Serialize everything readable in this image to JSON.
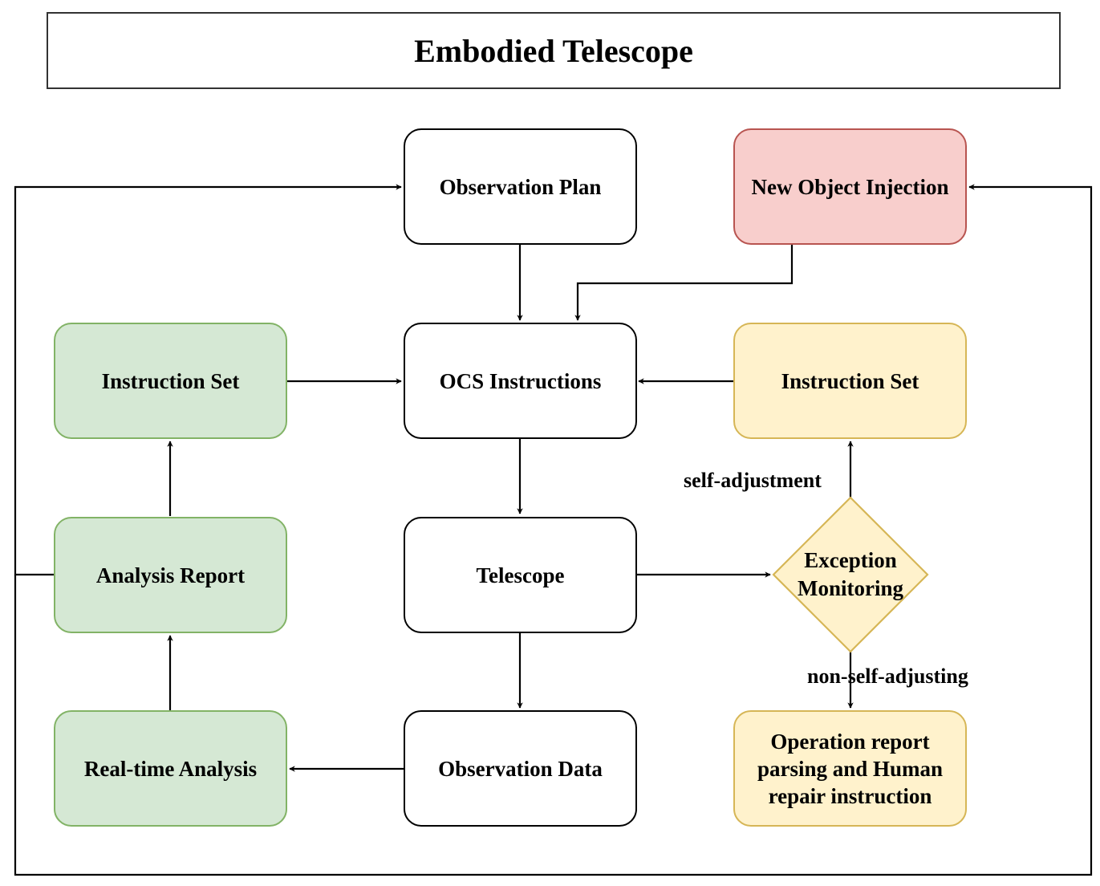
{
  "title": "Embodied Telescope",
  "nodes": {
    "observation_plan": "Observation Plan",
    "new_object_injection": "New Object Injection",
    "instruction_set_left": "Instruction Set",
    "ocs_instructions": "OCS Instructions",
    "instruction_set_right": "Instruction Set",
    "analysis_report": "Analysis Report",
    "telescope": "Telescope",
    "exception_monitoring": "Exception\nMonitoring",
    "real_time_analysis": "Real-time Analysis",
    "observation_data": "Observation Data",
    "operation_report": "Operation report\nparsing and Human\nrepair instruction"
  },
  "edge_labels": {
    "self_adjustment": "self-adjustment",
    "non_self_adjusting": "non-self-adjusting"
  },
  "colors": {
    "green_fill": "#d5e8d4",
    "green_stroke": "#82b366",
    "yellow_fill": "#fff2cc",
    "yellow_stroke": "#d6b656",
    "red_fill": "#f8cecc",
    "red_stroke": "#b85450"
  }
}
